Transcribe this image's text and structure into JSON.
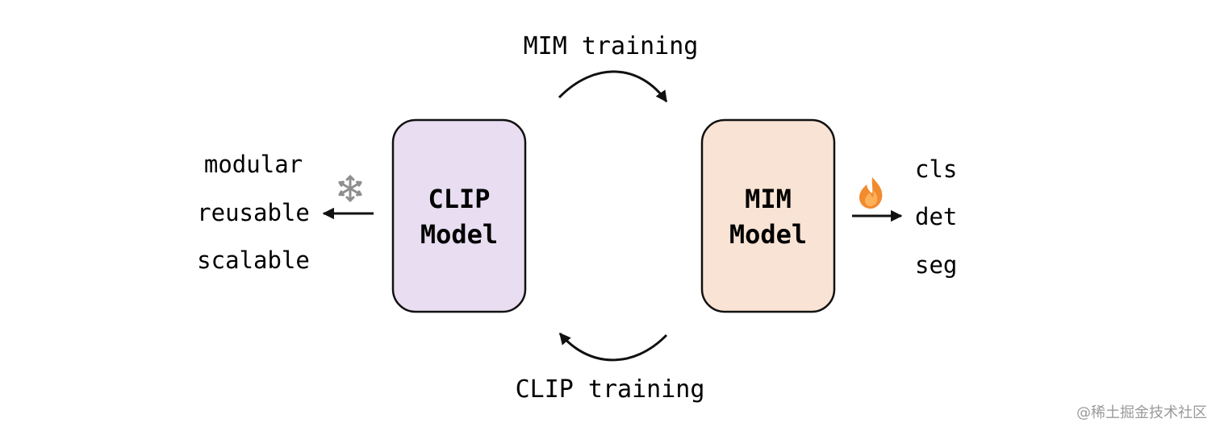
{
  "top_label": "MIM training",
  "bottom_label": "CLIP training",
  "clip_box": {
    "line1": "CLIP",
    "line2": "Model",
    "fill": "#E8DDF1"
  },
  "mim_box": {
    "line1": "MIM",
    "line2": "Model",
    "fill": "#F9E3D4"
  },
  "left_properties": [
    "modular",
    "reusable",
    "scalable"
  ],
  "right_tasks": [
    "cls",
    "det",
    "seg"
  ],
  "icons": {
    "frozen": "snowflake-icon",
    "trainable": "flame-icon"
  },
  "watermark": "@稀土掘金技术社区"
}
